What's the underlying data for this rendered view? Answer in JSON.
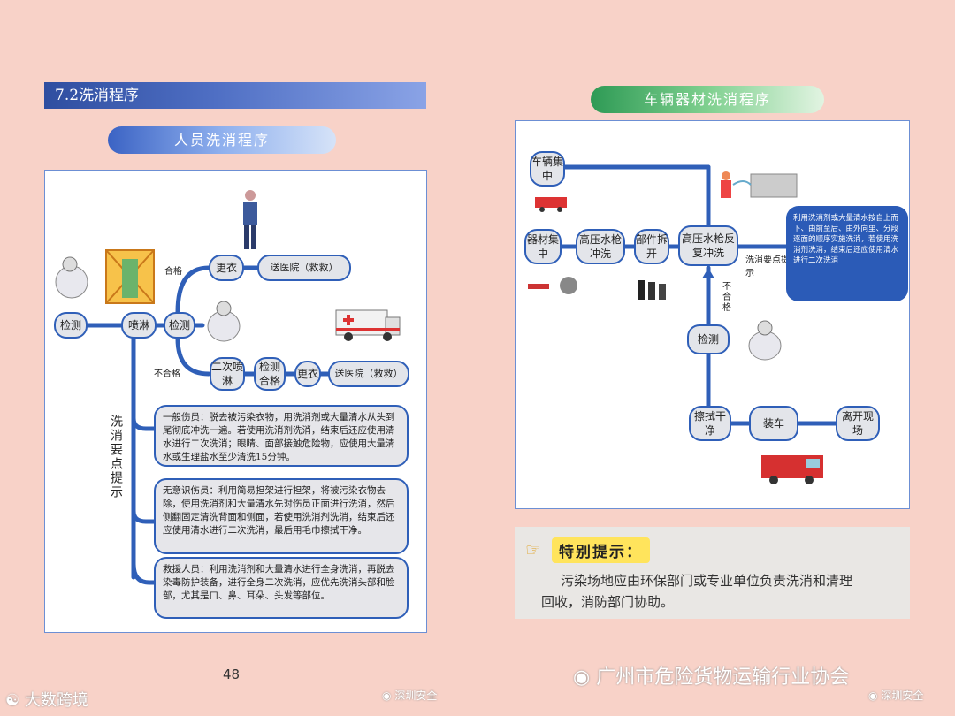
{
  "left": {
    "section_title": "7.2洗消程序",
    "subtitle": "人员洗消程序",
    "nodes": {
      "detect1": "检测",
      "spray": "喷淋",
      "detect2": "检测",
      "change1": "更衣",
      "hospital1": "送医院（救救）",
      "second_spray": "二次喷淋",
      "detect_pass": "检测合格",
      "change2": "更衣",
      "hospital2": "送医院（救救）"
    },
    "labels": {
      "pass": "合格",
      "fail": "不合格",
      "tips_vertical": "洗消要点提示"
    },
    "notes": [
      "一般伤员：脱去被污染衣物，用洗消剂或大量清水从头到尾彻底冲洗一遍。若使用洗消剂洗消，结束后还应使用清水进行二次洗消；眼睛、面部接触危险物，应使用大量清水或生理盐水至少清洗15分钟。",
      "无意识伤员：利用简易担架进行担架，将被污染衣物去除，使用洗消剂和大量清水先对伤员正面进行洗消，然后侧翻固定清洗背面和侧面，若使用洗消剂洗消，结束后还应使用清水进行二次洗消，最后用毛巾擦拭干净。",
      "救援人员：利用洗消剂和大量清水进行全身洗消，再脱去染毒防护装备，进行全身二次洗消，应优先洗消头部和脸部，尤其是口、鼻、耳朵、头发等部位。"
    ],
    "page_number": "48"
  },
  "right": {
    "subtitle": "车辆器材洗消程序",
    "nodes": {
      "vehicle": "车辆集中",
      "equip": "器材集中",
      "hp": "高压水枪冲洗",
      "parts": "部件拆开",
      "hp_repeat": "高压水枪反复冲洗",
      "detect": "检测",
      "wipe": "擦拭干净",
      "load": "装车",
      "leave": "离开现场"
    },
    "labels": {
      "tips": "洗消要点提示",
      "fail": "不合格"
    },
    "bubble": "利用洗消剂或大量清水按自上而下、由前至后、由外向里、分段逐面的顺序实施洗消，若使用洗消剂洗消，结束后还应使用清水进行二次洗消",
    "special": {
      "badge": "特别提示：",
      "text1": "污染场地应由环保部门或专业单位负责洗消和清理",
      "text2": "回收，消防部门协助。"
    }
  },
  "watermarks": {
    "w1": "大数跨境",
    "w2": "深圳安全",
    "w3": "广州市危险货物运输行业协会",
    "w4": "深圳安全"
  },
  "colors": {
    "accent_blue": "#2f5fb8",
    "background": "#f8d2c8",
    "tip_yellow": "#ffe45c"
  }
}
